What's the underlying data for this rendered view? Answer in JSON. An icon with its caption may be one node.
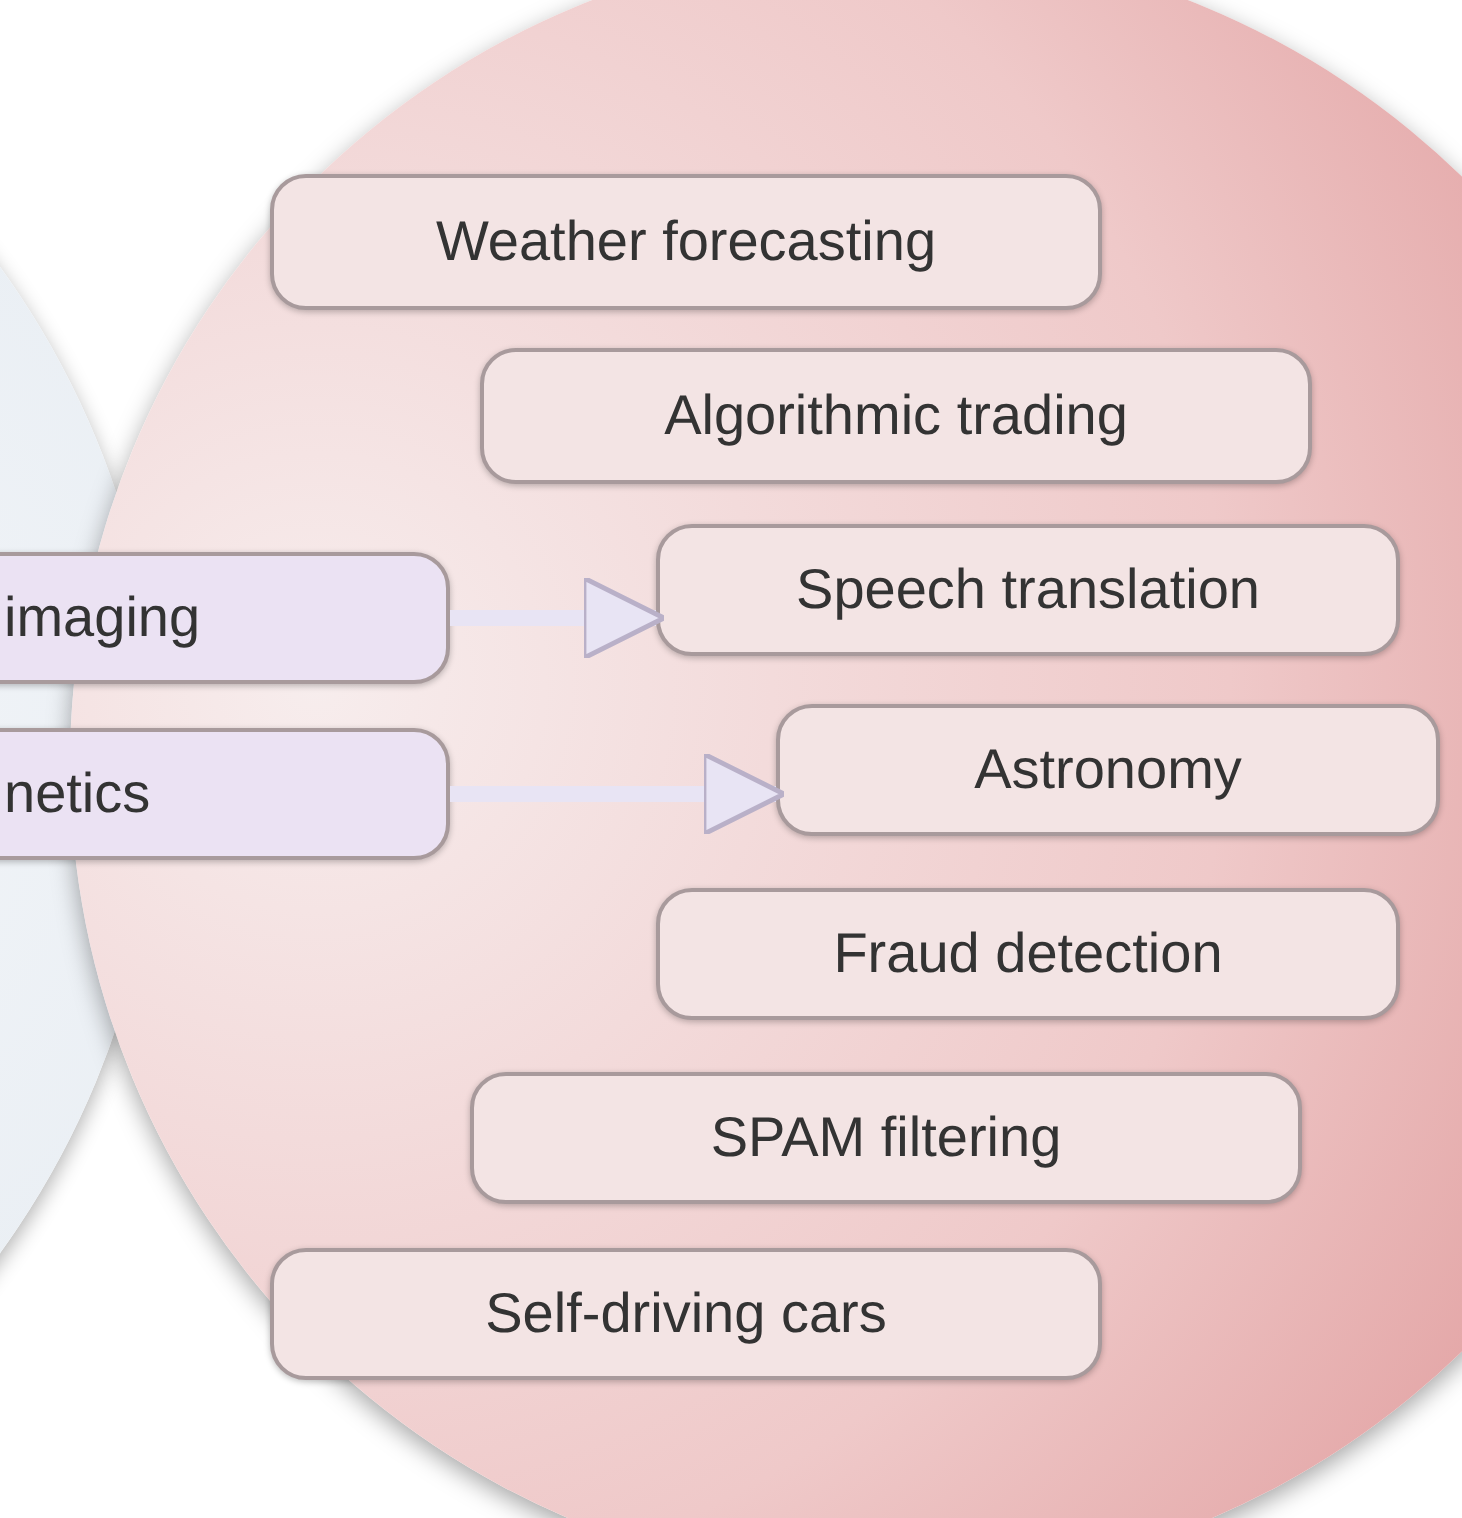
{
  "diagram": {
    "nodes": [
      {
        "text": [],
        "shape": "circle"
      },
      {
        "text": [
          "Weather forecasting"
        ],
        "in": 0
      },
      {
        "text": [
          "Algorithmic trading"
        ],
        "in": 0
      },
      {
        "text": [
          "imaging"
        ]
      },
      {
        "text": [
          "Speech translation"
        ],
        "in": 0
      },
      {
        "text": [
          "netics"
        ]
      },
      {
        "text": [
          "Astronomy"
        ],
        "in": 0
      },
      {
        "text": [
          "Fraud detection"
        ],
        "in": 0
      },
      {
        "text": [
          "SPAM filtering"
        ],
        "in": 0
      },
      {
        "text": [
          "Self-driving cars"
        ],
        "in": 0
      }
    ],
    "edges": [
      {
        "from": 3,
        "to": 4,
        "arrow": "to"
      },
      {
        "from": 5,
        "to": 6,
        "arrow": "to"
      }
    ]
  }
}
